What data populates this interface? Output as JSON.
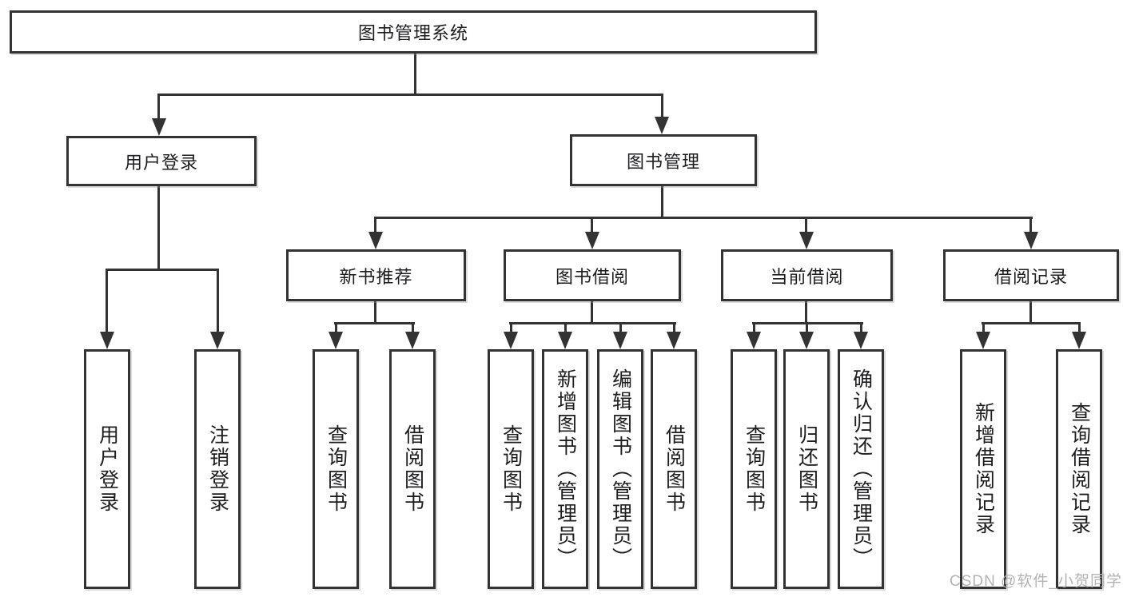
{
  "diagram": {
    "root": {
      "label": "图书管理系统"
    },
    "branches": [
      {
        "label": "用户登录",
        "children": [
          {
            "label": "用户登录"
          },
          {
            "label": "注销登录"
          }
        ]
      },
      {
        "label": "图书管理",
        "children": [
          {
            "label": "新书推荐",
            "children": [
              {
                "label": "查询图书"
              },
              {
                "label": "借阅图书"
              }
            ]
          },
          {
            "label": "图书借阅",
            "children": [
              {
                "label": "查询图书"
              },
              {
                "label": "新增图书（管理员）"
              },
              {
                "label": "编辑图书（管理员）"
              },
              {
                "label": "借阅图书"
              }
            ]
          },
          {
            "label": "当前借阅",
            "children": [
              {
                "label": "查询图书"
              },
              {
                "label": "归还图书"
              },
              {
                "label": "确认归还（管理员）"
              }
            ]
          },
          {
            "label": "借阅记录",
            "children": [
              {
                "label": "新增借阅记录"
              },
              {
                "label": "查询借阅记录"
              }
            ]
          }
        ]
      }
    ]
  },
  "watermark": {
    "text": "CSDN @软件_小贺同学"
  },
  "colors": {
    "line": "#333333",
    "box_border": "#333333",
    "text": "#1d1d1f",
    "watermark": "#b3b3b3",
    "background": "#ffffff"
  }
}
